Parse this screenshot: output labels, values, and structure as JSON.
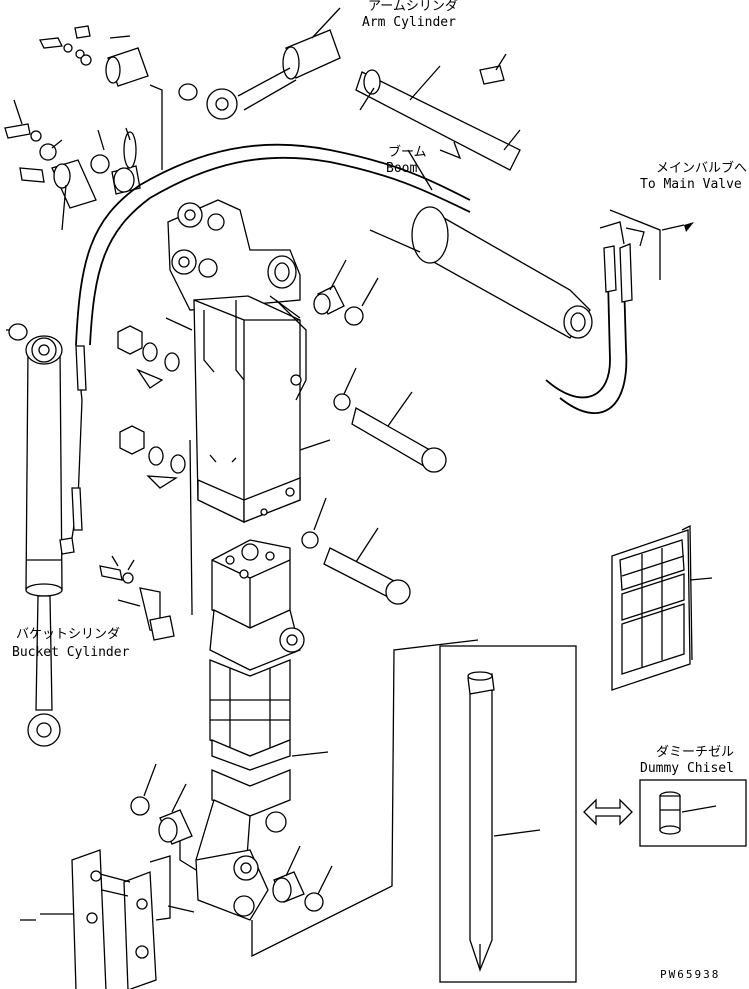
{
  "labels": {
    "arm_cylinder_jp": "アームシリンダ",
    "arm_cylinder_en": "Arm Cylinder",
    "boom_jp": "ブーム",
    "boom_en": "Boom",
    "main_valve_jp": "メインバルブへ",
    "main_valve_en": "To Main Valve",
    "bucket_cylinder_jp": "バケットシリンダ",
    "bucket_cylinder_en": "Bucket Cylinder",
    "dummy_chisel_jp": "ダミーチゼル",
    "dummy_chisel_en": "Dummy Chisel",
    "drawing_number": "PW65938"
  }
}
